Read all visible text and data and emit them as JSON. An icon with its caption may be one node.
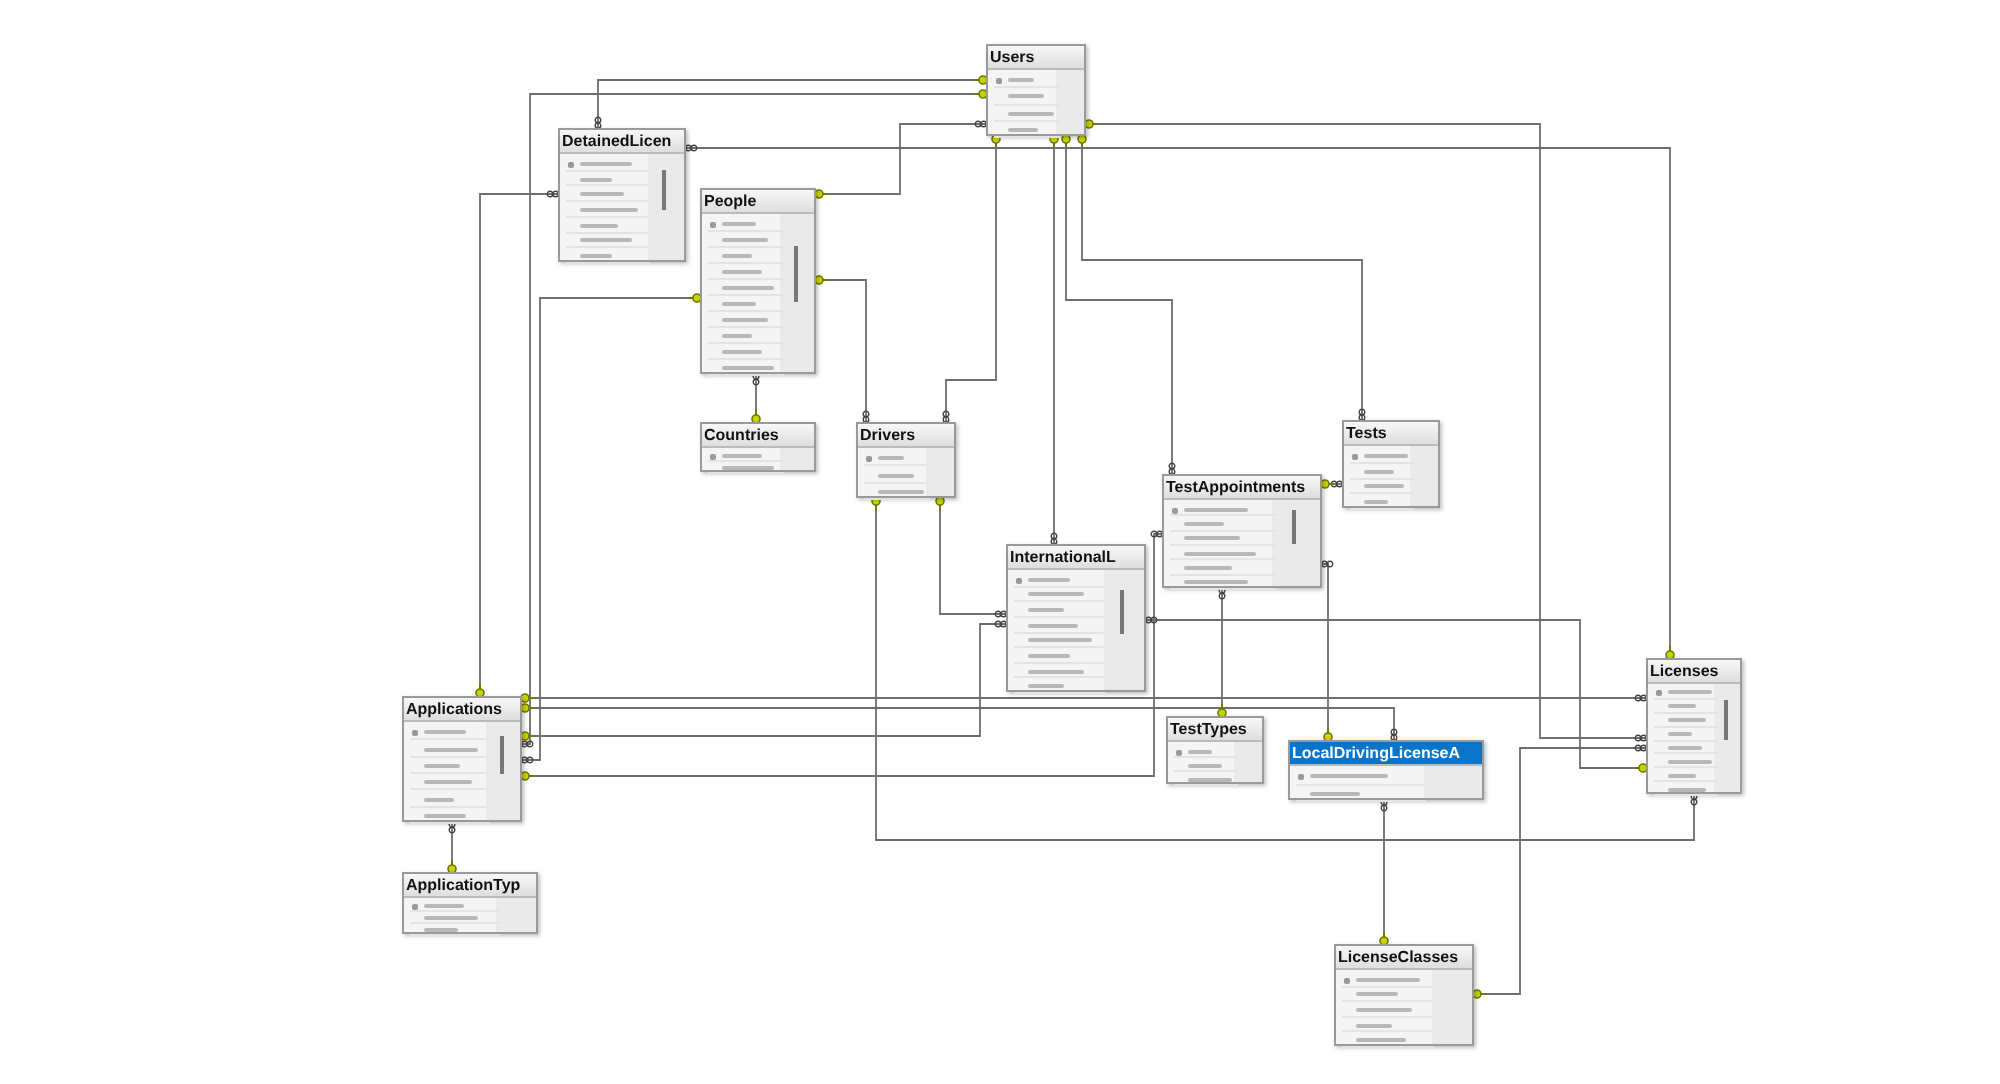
{
  "diagram": {
    "nodes": [
      {
        "text": [
          "Users"
        ]
      },
      {
        "text": [
          "DetainedLicen"
        ]
      },
      {
        "text": [
          "People"
        ]
      },
      {
        "text": [
          "Tests"
        ]
      },
      {
        "text": [
          "Countries"
        ]
      },
      {
        "text": [
          "Drivers"
        ]
      },
      {
        "text": [
          "TestAppointments"
        ]
      },
      {
        "text": [
          "InternationalL"
        ]
      },
      {
        "text": [
          "Licenses"
        ]
      },
      {
        "text": [
          "Applications"
        ]
      },
      {
        "text": [
          "TestTypes"
        ]
      },
      {
        "text": [
          "LocalDrivingLicenseA"
        ]
      },
      {
        "text": [
          "ApplicationTyp"
        ]
      },
      {
        "text": [
          "LicenseClasses"
        ]
      }
    ],
    "edges": [
      {
        "from": 2,
        "to": 4,
        "arrow": "other"
      },
      {
        "from": 0,
        "to": 2,
        "arrow": "other"
      },
      {
        "from": 5,
        "to": 2,
        "arrow": "other"
      },
      {
        "from": 5,
        "to": 0,
        "arrow": "other"
      },
      {
        "from": 7,
        "to": 0,
        "arrow": "other"
      },
      {
        "from": 9,
        "to": 2,
        "arrow": "other"
      },
      {
        "from": 9,
        "to": 12,
        "arrow": "other"
      },
      {
        "from": 9,
        "to": 0,
        "arrow": "other"
      },
      {
        "from": 11,
        "to": 9,
        "arrow": "other"
      },
      {
        "from": 11,
        "to": 13,
        "arrow": "other"
      },
      {
        "from": 6,
        "to": 10,
        "arrow": "other"
      },
      {
        "from": 6,
        "to": 11,
        "arrow": "other"
      },
      {
        "from": 6,
        "to": 0,
        "arrow": "other"
      },
      {
        "from": 6,
        "to": 9,
        "arrow": "other"
      },
      {
        "from": 3,
        "to": 6,
        "arrow": "other"
      },
      {
        "from": 3,
        "to": 0,
        "arrow": "other"
      },
      {
        "from": 8,
        "to": 9,
        "arrow": "other"
      },
      {
        "from": 8,
        "to": 5,
        "arrow": "other"
      },
      {
        "from": 8,
        "to": 13,
        "arrow": "other"
      },
      {
        "from": 8,
        "to": 0,
        "arrow": "other"
      },
      {
        "from": 1,
        "to": 8,
        "arrow": "other"
      },
      {
        "from": 1,
        "to": 0,
        "arrow": "other"
      },
      {
        "from": 1,
        "to": 9,
        "arrow": "other"
      },
      {
        "from": 7,
        "to": 9,
        "arrow": "other"
      },
      {
        "from": 7,
        "to": 5,
        "arrow": "other"
      },
      {
        "from": 7,
        "to": 8,
        "arrow": "other"
      }
    ]
  }
}
